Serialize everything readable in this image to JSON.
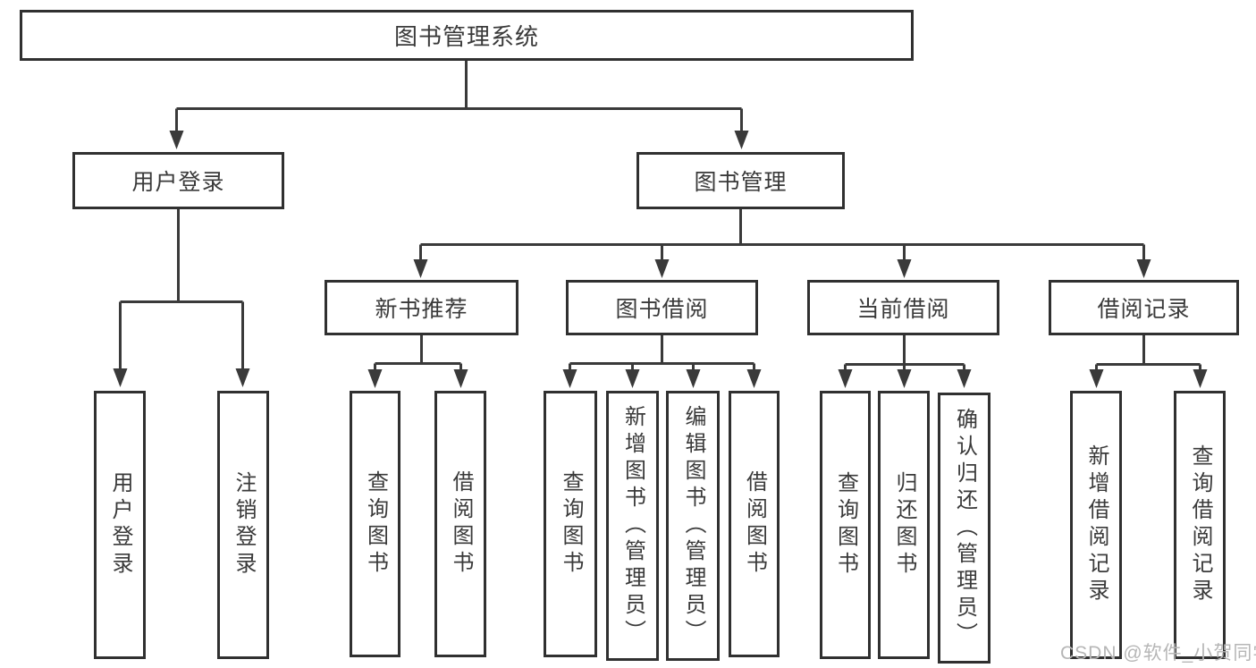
{
  "diagram": {
    "type": "hierarchy-flowchart",
    "tree": {
      "label": "图书管理系统",
      "children": [
        {
          "label": "用户登录",
          "children": [
            {
              "label": "用户登录"
            },
            {
              "label": "注销登录"
            }
          ]
        },
        {
          "label": "图书管理",
          "children": [
            {
              "label": "新书推荐",
              "children": [
                {
                  "label": "查询图书"
                },
                {
                  "label": "借阅图书"
                }
              ]
            },
            {
              "label": "图书借阅",
              "children": [
                {
                  "label": "查询图书"
                },
                {
                  "label": "新增图书（管理员）"
                },
                {
                  "label": "编辑图书（管理员）"
                },
                {
                  "label": "借阅图书"
                }
              ]
            },
            {
              "label": "当前借阅",
              "children": [
                {
                  "label": "查询图书"
                },
                {
                  "label": "归还图书"
                },
                {
                  "label": "确认归还（管理员）"
                }
              ]
            },
            {
              "label": "借阅记录",
              "children": [
                {
                  "label": "新增借阅记录"
                },
                {
                  "label": "查询借阅记录"
                }
              ]
            }
          ]
        }
      ]
    },
    "colors": {
      "line": "#3a3a3a",
      "box_border": "#303030",
      "text": "#3a3a3a",
      "background": "#ffffff",
      "watermark": "#b6b6b6"
    }
  },
  "watermark": {
    "text": "CSDN @软件_小贺同学"
  }
}
